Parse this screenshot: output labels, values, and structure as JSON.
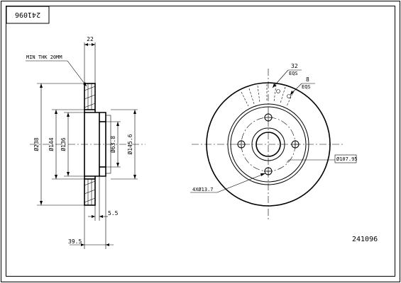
{
  "part_number_box": "241096",
  "part_number_bottom": "241096",
  "side_view": {
    "dim_thickness": "22",
    "note_min_thickness": "MIN THK 20MM",
    "dim_outer_dia": "Ø238",
    "dim_hat_dia": "Ø144",
    "dim_hub_dia": "Ø136",
    "dim_center_bore": "Ø63.8",
    "dim_hub_outer": "Ø145.6",
    "dim_offset": "5.5",
    "dim_total_height": "39.5"
  },
  "front_view": {
    "vanes_count": "32",
    "vanes_label": "EQS",
    "holes_count": "8",
    "holes_label": "EQS",
    "bolt_holes": "4XØ13.7",
    "pcd": "Ø107.95"
  }
}
